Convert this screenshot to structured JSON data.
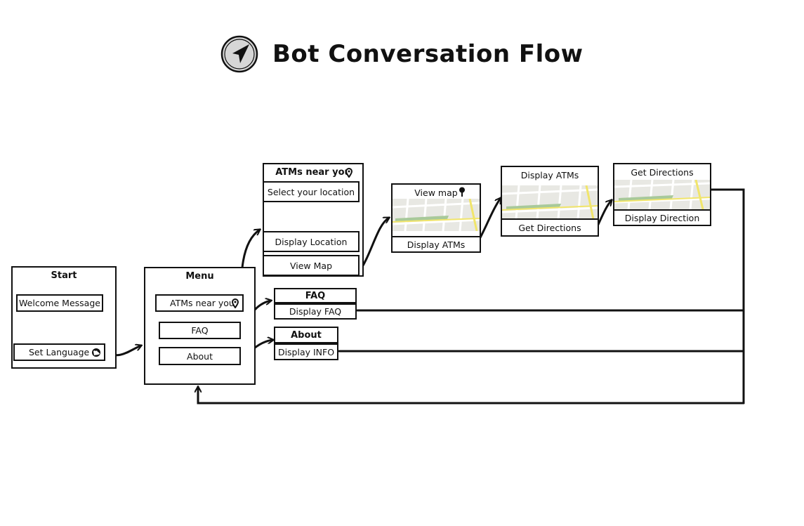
{
  "title": "Bot Conversation Flow",
  "icons": {
    "title_icon": "navigation-arrow-icon",
    "location": "location-pin-icon",
    "globe": "globe-icon",
    "map_pin": "map-pin-icon",
    "map": "map-thumbnail-icon"
  },
  "nodes": {
    "start": {
      "header": "Start",
      "welcome": "Welcome Message",
      "set_language": "Set Language"
    },
    "menu": {
      "header": "Menu",
      "atms": "ATMs near you",
      "faq": "FAQ",
      "about": "About"
    },
    "atms_near": {
      "header": "ATMs near you",
      "select_location": "Select your location",
      "display_location": "Display Location",
      "view_map": "View Map"
    },
    "view_map": {
      "header": "View map",
      "display_atms": "Display ATMs"
    },
    "display_atms": {
      "header": "Display ATMs",
      "get_directions": "Get Directions"
    },
    "get_directions": {
      "header": "Get Directions",
      "display_direction": "Display Direction"
    },
    "faq": {
      "header": "FAQ",
      "display": "Display FAQ"
    },
    "about": {
      "header": "About",
      "display": "Display INFO"
    }
  },
  "colors": {
    "ink": "#111111",
    "map_bg": "#e8e8e3",
    "map_road": "#ffffff",
    "map_park": "#a8c99a",
    "map_hwy": "#f1e56b"
  }
}
